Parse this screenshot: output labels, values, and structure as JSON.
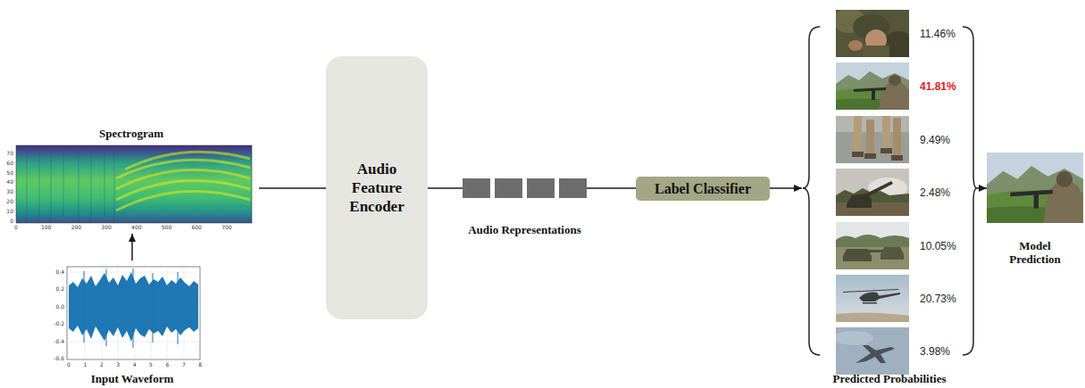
{
  "diagram": {
    "nodes": [
      {
        "text": [
          "Spectrogram"
        ]
      },
      {
        "text": [
          "Input Waveform"
        ]
      },
      {
        "text": [
          "Audio Feature Encoder"
        ]
      },
      {
        "text": [
          "Audio Representations"
        ]
      },
      {
        "text": [
          "Label Classifier"
        ]
      },
      {
        "text": [
          "Predicted Probabilities"
        ]
      },
      {
        "text": [
          "11.46%"
        ],
        "in": 5
      },
      {
        "text": [
          "41.81%"
        ],
        "in": 5
      },
      {
        "text": [
          "9.49%"
        ],
        "in": 5
      },
      {
        "text": [
          "2.48%"
        ],
        "in": 5
      },
      {
        "text": [
          "10.05%"
        ],
        "in": 5
      },
      {
        "text": [
          "20.73%"
        ],
        "in": 5
      },
      {
        "text": [
          "3.98%"
        ],
        "in": 5
      },
      {
        "text": [
          "Model Prediction"
        ]
      }
    ],
    "edges": [
      {
        "from": 1,
        "to": 0,
        "arrow": "to"
      },
      {
        "from": 0,
        "to": 2,
        "arrow": "none"
      },
      {
        "from": 2,
        "to": 3,
        "arrow": "none"
      },
      {
        "from": 3,
        "to": 4,
        "arrow": "none"
      },
      {
        "from": 4,
        "to": 5,
        "arrow": "to"
      },
      {
        "from": 5,
        "to": 13,
        "arrow": "to"
      }
    ],
    "labels": [
      "0",
      "100",
      "200",
      "300",
      "400",
      "500",
      "600",
      "700",
      "0",
      "10",
      "20",
      "30",
      "40",
      "50",
      "60",
      "70",
      "0.4",
      "0.2",
      "0.0",
      "-0.2",
      "-0.4",
      "-0.6",
      "0",
      "1",
      "2",
      "3",
      "4",
      "5",
      "6",
      "7",
      "8"
    ]
  }
}
